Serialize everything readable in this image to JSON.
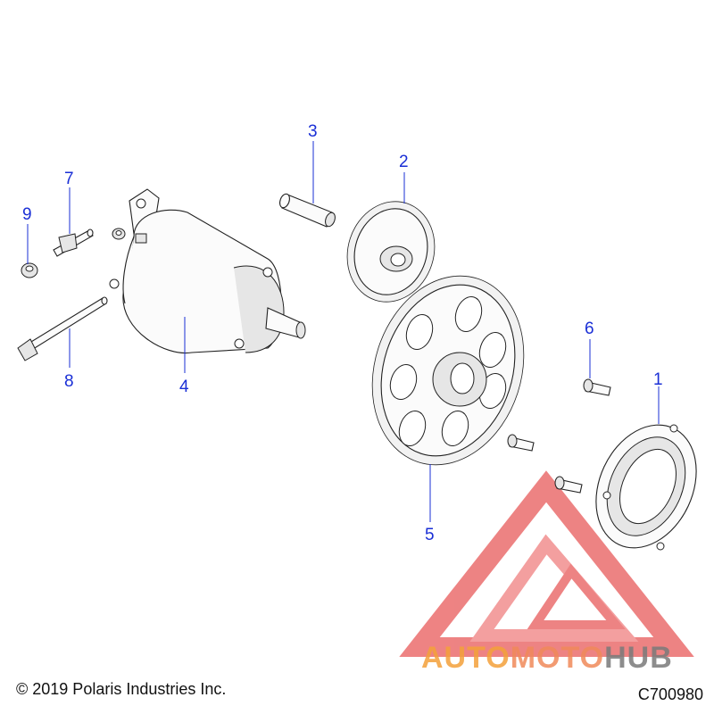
{
  "diagram": {
    "callouts": [
      {
        "id": "1",
        "label": "1"
      },
      {
        "id": "2",
        "label": "2"
      },
      {
        "id": "3",
        "label": "3"
      },
      {
        "id": "4",
        "label": "4"
      },
      {
        "id": "5",
        "label": "5"
      },
      {
        "id": "6",
        "label": "6"
      },
      {
        "id": "7",
        "label": "7"
      },
      {
        "id": "8",
        "label": "8"
      },
      {
        "id": "9",
        "label": "9"
      }
    ],
    "copyright": "© 2019 Polaris Industries Inc.",
    "drawing_id": "C700980",
    "colors": {
      "callout": "#1a2fd6",
      "watermark_orange": "#f4a13a",
      "watermark_red": "#e85a5a",
      "watermark_gray": "#7a7a7a"
    }
  },
  "watermark": {
    "part1": "AUTO",
    "part2": "MOTO",
    "part3": "HUB"
  }
}
